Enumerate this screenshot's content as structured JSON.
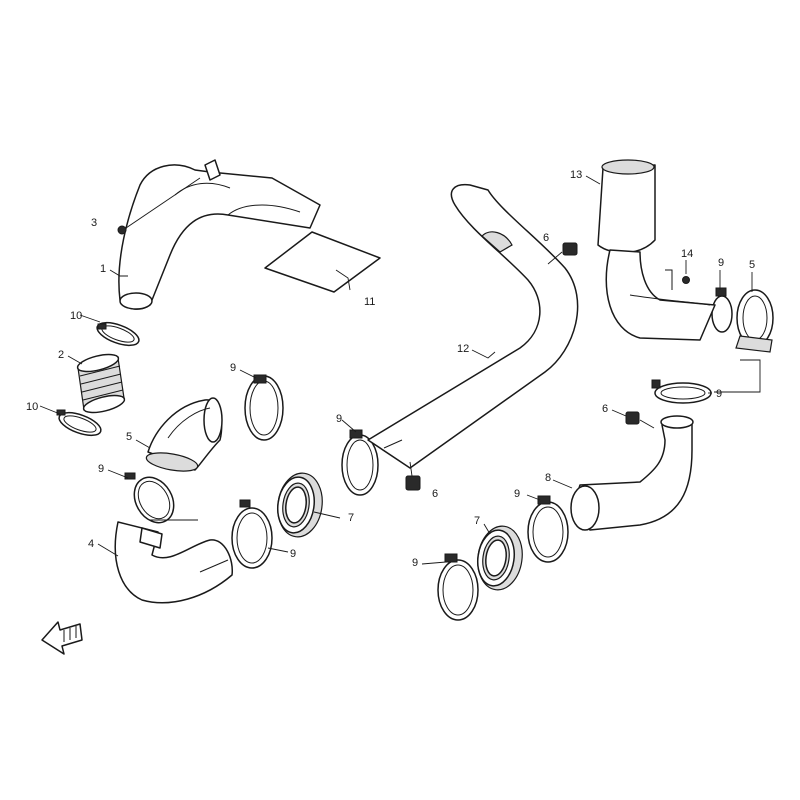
{
  "callouts": {
    "c1": "1",
    "c2": "2",
    "c3": "3",
    "c4": "4",
    "c5a": "5",
    "c5b": "5",
    "c6a": "6",
    "c6b": "6",
    "c6c": "6",
    "c7a": "7",
    "c7b": "7",
    "c8": "8",
    "c9a": "9",
    "c9b": "9",
    "c9c": "9",
    "c9d": "9",
    "c9e": "9",
    "c9f": "9",
    "c9g": "9",
    "c9h": "9",
    "c10a": "10",
    "c10b": "10",
    "c11": "11",
    "c12": "12",
    "c13": "13",
    "c14": "14"
  }
}
